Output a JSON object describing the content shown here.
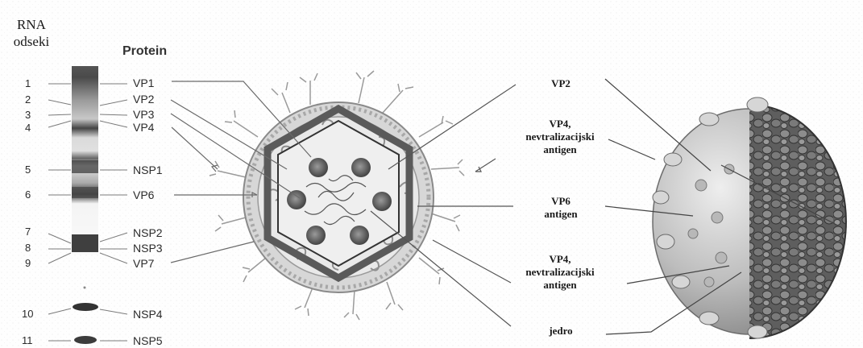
{
  "header": {
    "rna_line1": "RNA",
    "rna_line2": "odseki",
    "protein": "Protein"
  },
  "segments": [
    {
      "num": "1",
      "protein": "VP1"
    },
    {
      "num": "2",
      "protein": "VP2"
    },
    {
      "num": "3",
      "protein": "VP3"
    },
    {
      "num": "4",
      "protein": "VP4"
    },
    {
      "num": "5",
      "protein": "NSP1"
    },
    {
      "num": "6",
      "protein": "VP6"
    },
    {
      "num": "7",
      "protein": "NSP2"
    },
    {
      "num": "8",
      "protein": "NSP3"
    },
    {
      "num": "9",
      "protein": "VP7"
    },
    {
      "num": "10",
      "protein": "NSP4"
    },
    {
      "num": "11",
      "protein": "NSP5"
    }
  ],
  "right_labels": {
    "vp2": "VP2",
    "vp4_top": [
      "VP4,",
      "nevtralizacijski",
      "antigen"
    ],
    "vp6": [
      "VP6",
      "antigen"
    ],
    "vp4_bottom": [
      "VP4,",
      "nevtralizacijski",
      "antigen"
    ],
    "core": "jedro"
  }
}
